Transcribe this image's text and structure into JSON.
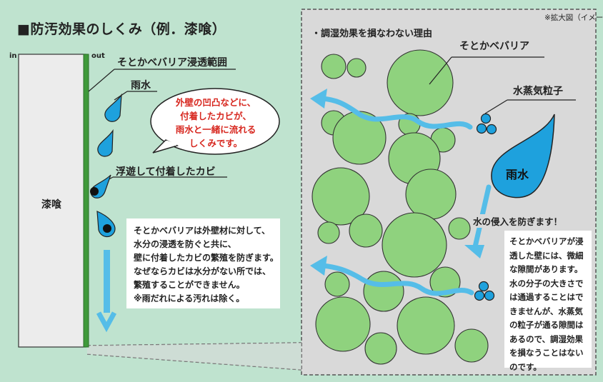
{
  "title": "■防汚効果のしくみ（例．漆喰）",
  "wall": {
    "in_label": "in",
    "out_label": "out",
    "material_label": "漆喰"
  },
  "left": {
    "barrier_range_label": "そとかベバリア浸透範囲",
    "rain_label": "雨水",
    "mold_label": "浮遊して付着したカビ"
  },
  "bubble": {
    "line1": "外壁の凹凸などに、",
    "line2": "付着したカビが、",
    "line3": "雨水と一緒に流れる",
    "line4": "しくみです。"
  },
  "explanation": [
    "そとかベバリアは外壁材に対して、",
    "水分の浸透を防ぐと共に、",
    "壁に付着したカビの繁殖を防ぎます。",
    "なぜならカビは水分がない所では、",
    "繁殖することができません。",
    "※雨だれによる汚れは除く。"
  ],
  "zoom": {
    "note": "※拡大図（イメージ）",
    "heading": "・調湿効果を損なわない理由",
    "particle_label": "そとかベバリア",
    "vapor_label": "水蒸気粒子",
    "rain_label": "雨水",
    "prevent_label": "水の侵入を防ぎます！"
  },
  "micro": [
    "そとかベバリアが浸",
    "透した壁には、微細",
    "な隙間があります。",
    "水の分子の大きさで",
    "は通過することはで",
    "きませんが、水蒸気",
    "の粒子が通る隙間は",
    "あるので、調湿効果",
    "を損なうことはない",
    "のです。"
  ],
  "colors": {
    "background": "#bfe3cf",
    "barrier_green": "#3f9a3a",
    "particle_green": "#8fd27e",
    "water_blue": "#1ea1dd",
    "arrow_blue": "#55bde8",
    "bubble_text_red": "#d7261e",
    "zoom_panel": "#d9d9d9"
  }
}
